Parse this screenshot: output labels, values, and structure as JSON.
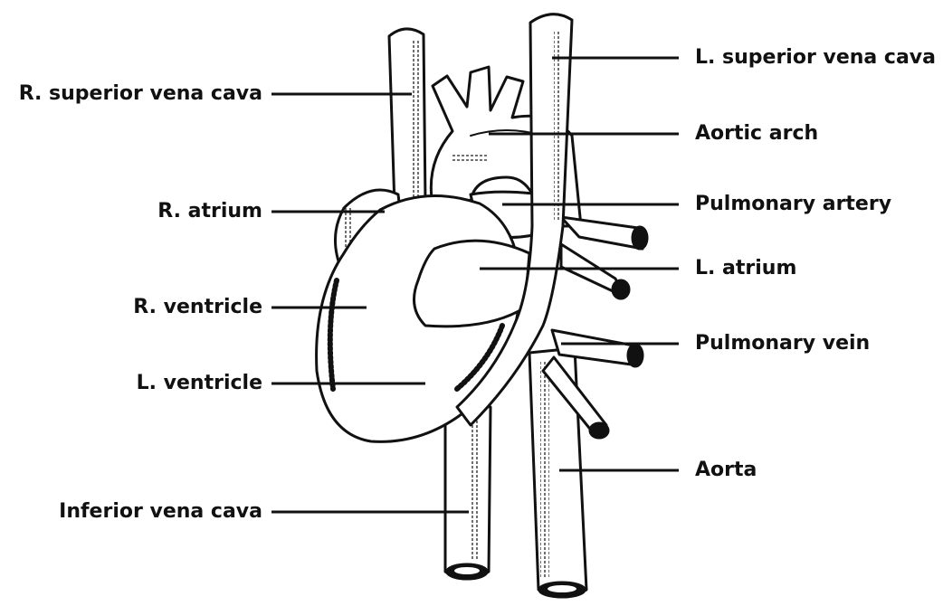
{
  "labels": {
    "r_superior_vena_cava": "R. superior vena cava",
    "r_atrium": "R. atrium",
    "r_ventricle": "R. ventricle",
    "l_ventricle": "L. ventricle",
    "inferior_vena_cava": "Inferior vena cava",
    "l_superior_vena_cava": "L. superior vena cava",
    "aortic_arch": "Aortic arch",
    "pulmonary_artery": "Pulmonary artery",
    "l_atrium": "L. atrium",
    "pulmonary_vein": "Pulmonary vein",
    "aorta": "Aorta"
  },
  "colors": {
    "ink": "#111111",
    "background": "#ffffff"
  }
}
